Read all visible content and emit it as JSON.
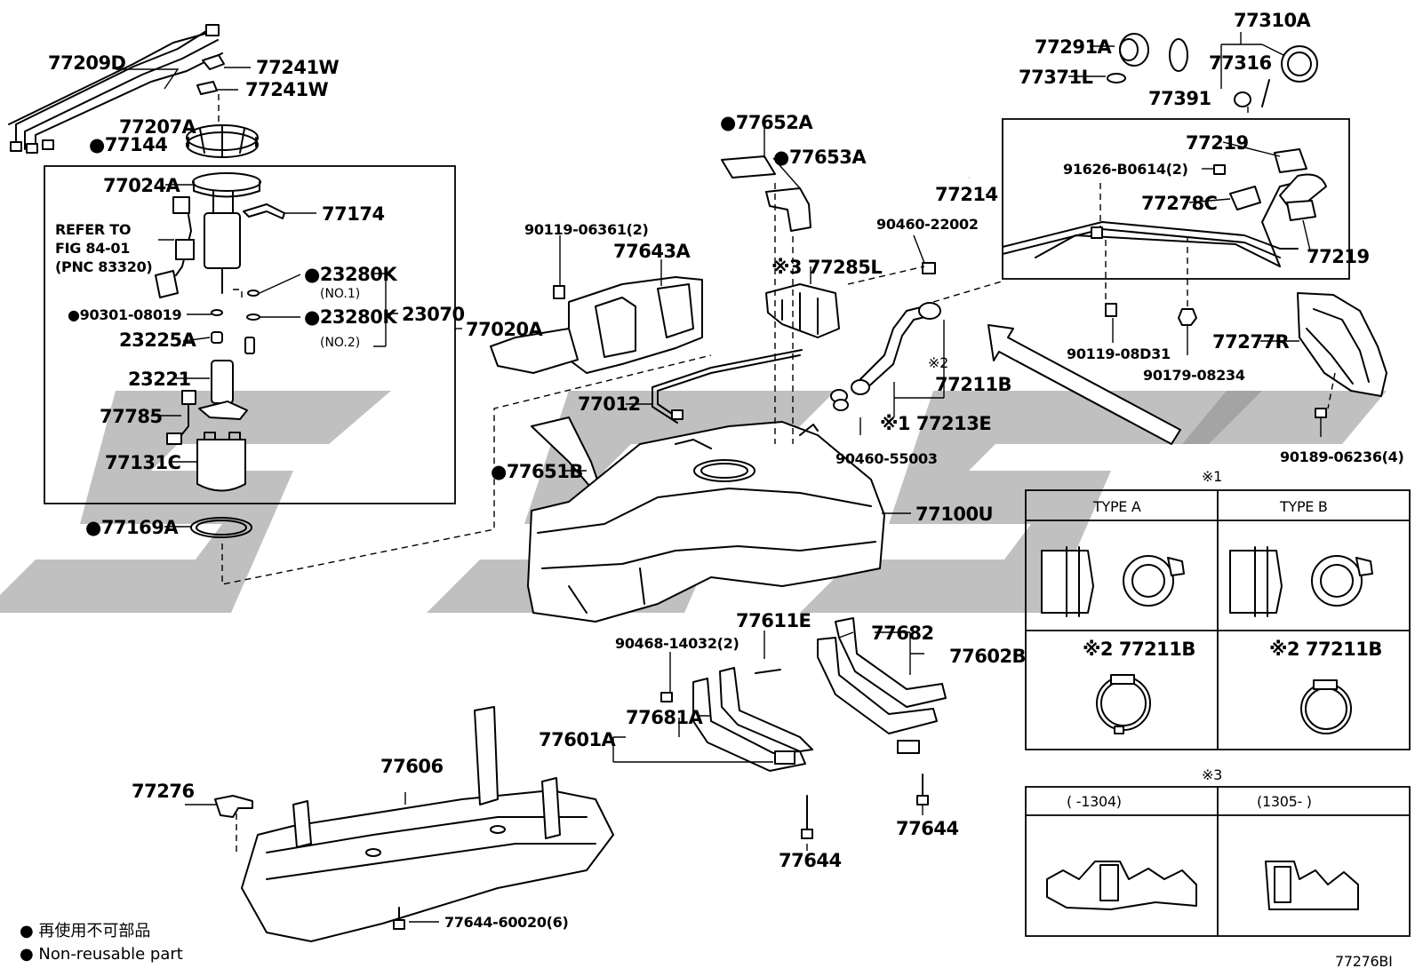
{
  "labels": {
    "l77209D": "77209D",
    "l77241W_a": "77241W",
    "l77241W_b": "77241W",
    "l77207A": "77207A",
    "l77144": "●77144",
    "l77024A": "77024A",
    "l77174": "77174",
    "refer1": "REFER TO",
    "refer2": "FIG 84-01",
    "refer3": "(PNC 83320)",
    "l23280K_a": "●23280K",
    "no1": "(NO.1)",
    "l90301": "●90301-08019",
    "l23280K_b": "●23280K",
    "no2": "(NO.2)",
    "l23070": "23070",
    "l23225A": "23225A",
    "l23221": "23221",
    "l77785": "77785",
    "l77131C": "77131C",
    "l77169A": "●77169A",
    "l77020A": "77020A",
    "l90119_06361": "90119-06361(2)",
    "l77643A": "77643A",
    "l77652A": "●77652A",
    "l77653A": "●77653A",
    "l77285L": "※3 77285L",
    "l77012": "77012",
    "l77651B": "●77651B",
    "l77100U": "77100U",
    "l90460_22002": "90460-22002",
    "l77214": "77214",
    "l77211B": "77211B",
    "mark2": "※2",
    "l77213E": "※1 77213E",
    "l90460_55003": "90460-55003",
    "l77291A": "77291A",
    "l77371L": "77371L",
    "l77391": "77391",
    "l77310A": "77310A",
    "l77316": "77316",
    "l77219_a": "77219",
    "l91626": "91626-B0614(2)",
    "l77278C": "77278C",
    "l77219_b": "77219",
    "l90119_08D31": "90119-08D31",
    "l90179_08234": "90179-08234",
    "l77277R": "77277R",
    "l90189_06236": "90189-06236(4)",
    "l77611E": "77611E",
    "l90468": "90468-14032(2)",
    "l77682": "77682",
    "l77602B": "77602B",
    "l77681A": "77681A",
    "l77601A": "77601A",
    "l77644_a": "77644",
    "l77644_b": "77644",
    "l77606": "77606",
    "l77276": "77276",
    "l77644_60020": "77644-60020(6)"
  },
  "detail_tables": {
    "table1": {
      "mark": "※1",
      "col_a": "TYPE  A",
      "col_b": "TYPE  B",
      "row2_a": "※2 77211B",
      "row2_b": "※2 77211B"
    },
    "table3": {
      "mark": "※3",
      "col_a": "(   -1304)",
      "col_b": "(1305-   )"
    }
  },
  "legend": {
    "line1": "● 再使用不可部品",
    "line2": "● Non-reusable part"
  },
  "figure_id": "77276BI",
  "colors": {
    "ink": "#000000",
    "watermark": "#8c8c8c",
    "background": "#ffffff"
  }
}
